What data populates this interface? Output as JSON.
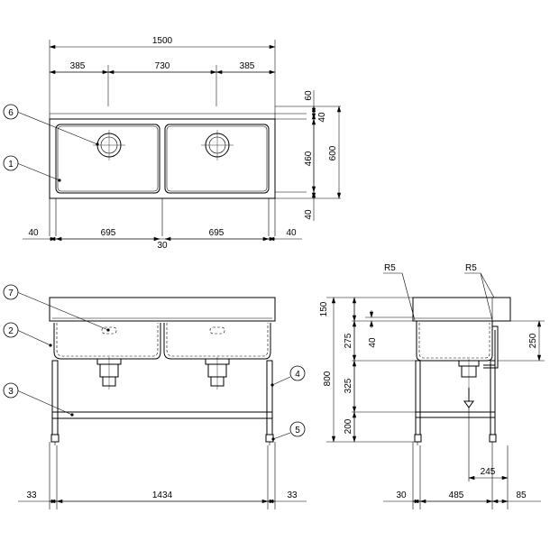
{
  "plan_view": {
    "dims": {
      "overall_width": "1500",
      "side_left": "385",
      "center": "730",
      "side_right": "385",
      "back_gap": "60",
      "back_lip": "40",
      "bowl_depth": "460",
      "total_depth": "600",
      "front_lip": "40",
      "edge_left": "40",
      "bowl_left": "695",
      "divider": "30",
      "bowl_right": "695",
      "edge_right": "40"
    },
    "callouts": [
      "6",
      "1"
    ]
  },
  "front_view": {
    "dims": {
      "leg_left": "33",
      "leg_span": "1434",
      "leg_right": "33"
    },
    "callouts": [
      "7",
      "2",
      "3",
      "4",
      "5"
    ]
  },
  "side_view": {
    "dims": {
      "radius_front": "R5",
      "radius_back": "R5",
      "top_thickness": "150",
      "bowl_top": "275",
      "overflow": "40",
      "height_total": "800",
      "leg_mid": "325",
      "shelf_height": "200",
      "bowl_depth": "250",
      "drain_offset": "245",
      "front_offset": "30",
      "leg_span": "485",
      "back_offset": "85"
    }
  }
}
